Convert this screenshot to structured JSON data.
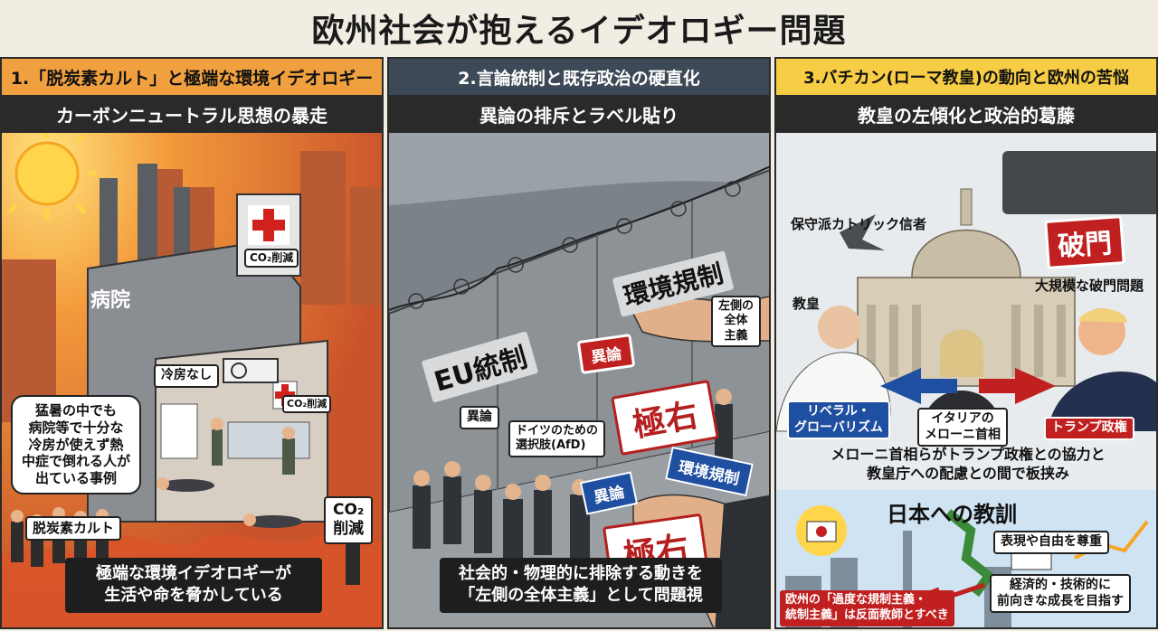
{
  "title": "欧州社会が抱えるイデオロギー問題",
  "panel1": {
    "heading": "1.「脱炭素カルト」と極端な環境イデオロギー",
    "subheading": "カーボンニュートラル思想の暴走",
    "hospital": "病院",
    "no_ac": "冷房なし",
    "co2_box": "CO₂削減",
    "co2_small": "CO₂削減",
    "bubble": "猛暑の中でも\n病院等で十分な\n冷房が使えず熱\n中症で倒れる人が\n出ている事例",
    "cult_sign": "脱炭素カルト",
    "co2_sign_line1": "CO₂",
    "co2_sign_line2": "削減",
    "caption_line1": "極端な環境イデオロギーが",
    "caption_line2": "生活や命を脅かしている"
  },
  "panel2": {
    "heading": "2.言論統制と既存政治の硬直化",
    "subheading": "異論の排斥とラベル貼り",
    "wall_eu": "EU統制",
    "wall_env": "環境規制",
    "left_totalitarian": "左側の\n全体\n主義",
    "label_dissent_red": "異論",
    "label_far_right_1": "極右",
    "label_dissent_small": "異論",
    "afd_sign": "ドイツのための\n選択肢(AfD)",
    "label_dissent_blue": "異論",
    "label_env_blue": "環境規制",
    "label_far_right_2": "極右",
    "caption_line1": "社会的・物理的に排除する動きを",
    "caption_line2": "「左側の全体主義」として問題視"
  },
  "panel3": {
    "heading": "3.バチカン(ローマ教皇)の動向と欧州の苦悩",
    "subheading": "教皇の左傾化と政治的葛藤",
    "conservative": "保守派カトリック信者",
    "excommunication": "破門",
    "mass_excommunication": "大規模な破門問題",
    "pope": "教皇",
    "liberal_label": "リベラル・\nグローバリズム",
    "meloni_label": "イタリアの\nメローニ首相",
    "trump_label": "トランプ政権",
    "caption_line1": "メローニ首相らがトランプ政権との協力と",
    "caption_line2": "教皇庁への配慮との間で板挟み",
    "lesson_title": "日本への教訓",
    "lesson_item1": "表現や自由を尊重",
    "lesson_item2": "経済的・技術的に\n前向きな成長を目指す",
    "lesson_warning_line1": "欧州の「過度な規制主義・",
    "lesson_warning_line2": "統制主義」は反面教師とすべき"
  },
  "colors": {
    "panel1_header": "#f1a040",
    "panel2_header": "#3d4956",
    "panel3_header": "#f6cd45",
    "accent_red": "#c0201f",
    "accent_blue": "#1f4fa0"
  }
}
